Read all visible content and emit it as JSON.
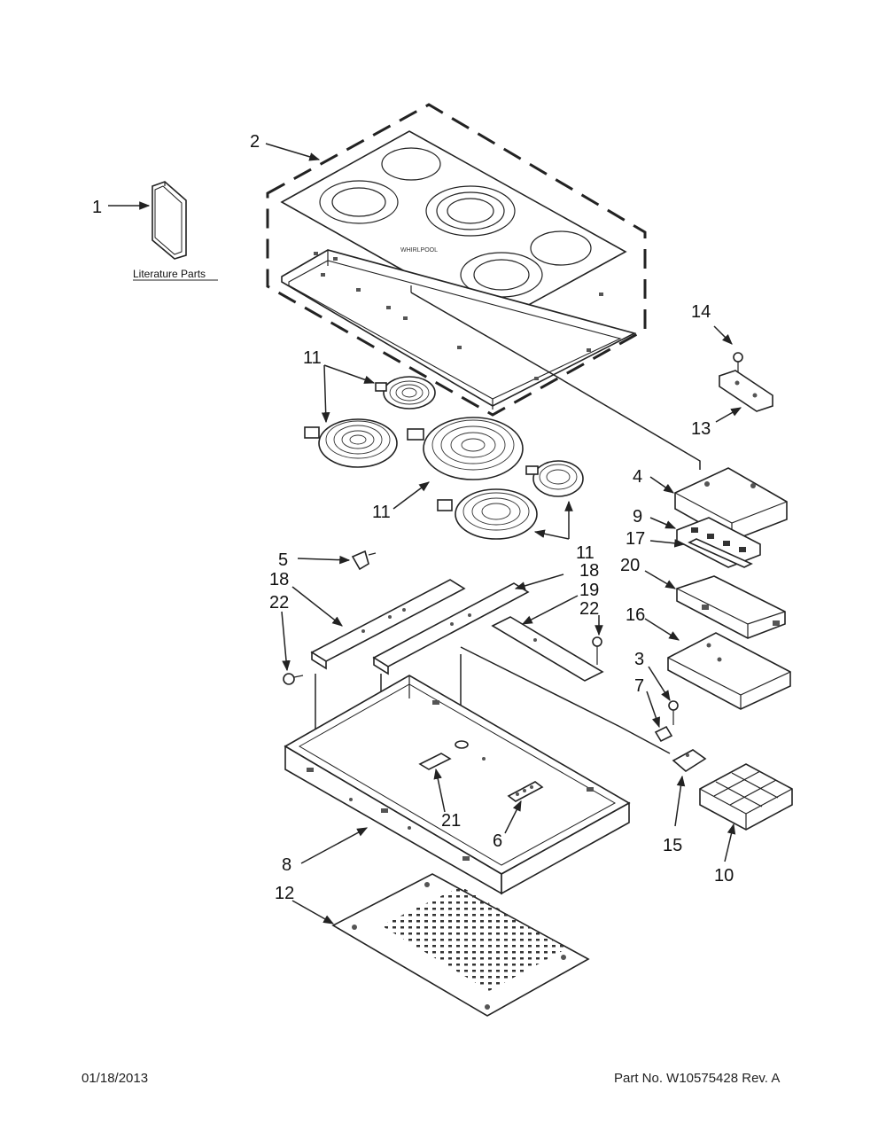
{
  "literature_label": "Literature Parts",
  "callouts": [
    "1",
    "2",
    "11",
    "11",
    "11",
    "14",
    "13",
    "4",
    "9",
    "17",
    "20",
    "5",
    "18",
    "22",
    "18",
    "19",
    "22",
    "16",
    "3",
    "7",
    "21",
    "6",
    "15",
    "10",
    "8",
    "12"
  ],
  "footer": {
    "date": "01/18/2013",
    "part_number": "Part No.  W10575428  Rev.  A"
  }
}
